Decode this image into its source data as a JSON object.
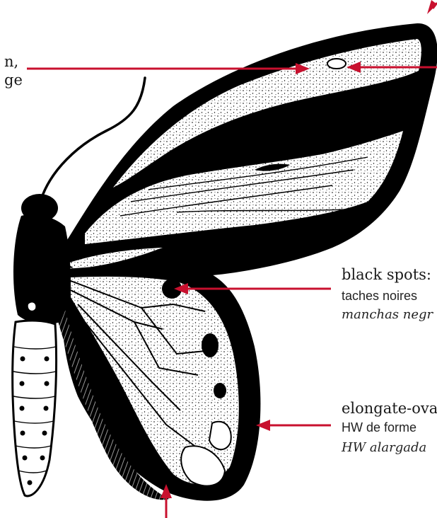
{
  "colors": {
    "arrow": "#c8102e",
    "ink": "#000000",
    "paper": "#ffffff"
  },
  "labels": {
    "left_fragment_line1": "n,",
    "left_fragment_line2": "ge",
    "black_spots": {
      "en": "black spots:",
      "fr": "taches noires",
      "es": "manchas negr"
    },
    "elongate": {
      "en": "elongate-ova",
      "fr": "HW de forme",
      "es": "HW alargada"
    }
  }
}
